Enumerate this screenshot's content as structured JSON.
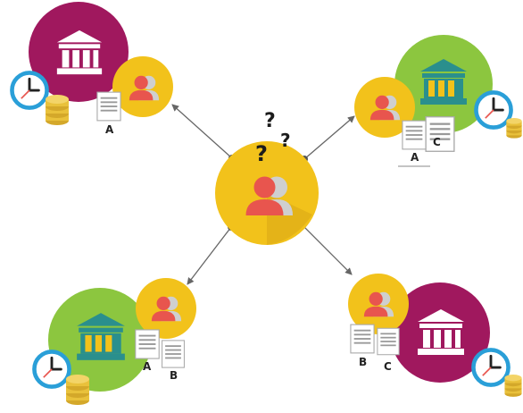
{
  "center": {
    "question_marks": [
      "?",
      "?",
      "?"
    ],
    "colors": {
      "circle": "#f2c21b",
      "person": "#e8554e",
      "mark": "#1c1c1c"
    }
  },
  "nodes": [
    {
      "id": "top-left",
      "bank_color": "#a0185e",
      "doc_labels": [
        "A"
      ]
    },
    {
      "id": "top-right",
      "bank_color": "#8cc63f",
      "doc_labels": [
        "A",
        "C"
      ]
    },
    {
      "id": "bottom-left",
      "bank_color": "#8cc63f",
      "doc_labels": [
        "A",
        "B"
      ]
    },
    {
      "id": "bottom-right",
      "bank_color": "#a0185e",
      "doc_labels": [
        "B",
        "C"
      ]
    }
  ],
  "icons": {
    "bank": "bank-building-icon",
    "person": "person-icon",
    "clock": "clock-icon",
    "coins": "coins-stack-icon",
    "document": "document-icon"
  },
  "colors": {
    "magenta": "#a0185e",
    "green": "#8cc63f",
    "yellow": "#f2c21b",
    "teal": "#2a8f8d",
    "clock_blue": "#2a9fd8",
    "coin": "#e9c13b",
    "arrow": "#555555"
  }
}
